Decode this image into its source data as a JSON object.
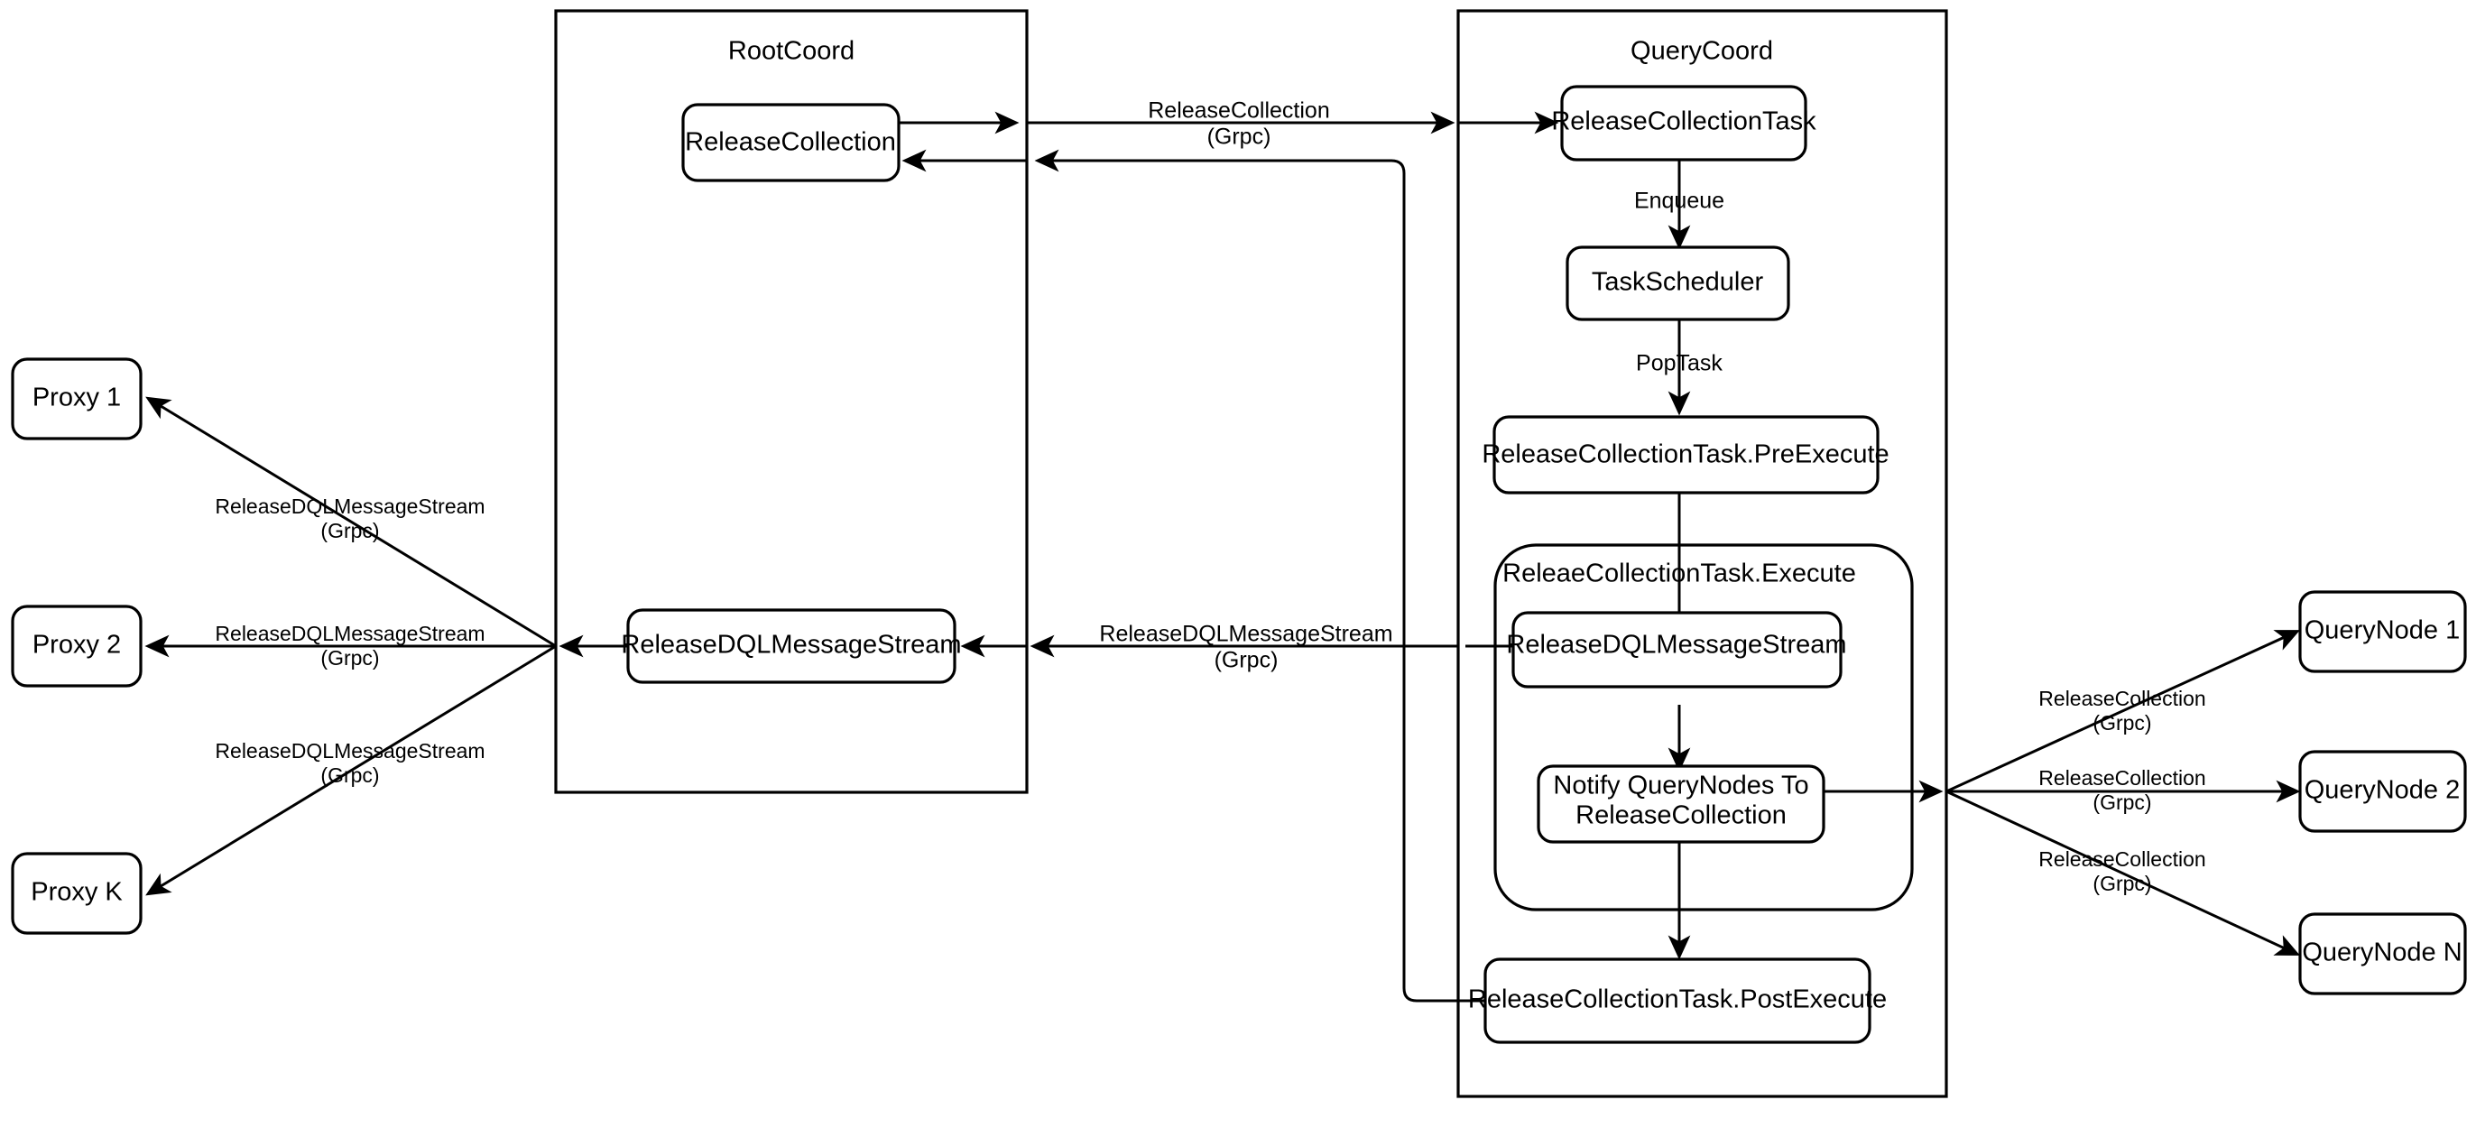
{
  "diagram": {
    "title": "Milvus ReleaseCollection flow",
    "background": "#ffffff",
    "stroke_color": "#000000"
  },
  "containers": [
    {
      "id": "rootcoord",
      "label": "RootCoord"
    },
    {
      "id": "querycoord",
      "label": "QueryCoord"
    },
    {
      "id": "execute_group",
      "label": "ReleaeCollectionTask.Execute"
    }
  ],
  "nodes": {
    "proxy1": "Proxy 1",
    "proxy2": "Proxy 2",
    "proxyk": "Proxy K",
    "rc_release_collection": "ReleaseCollection",
    "rc_release_dql": "ReleaseDQLMessageStream",
    "qc_release_collection_task": "ReleaseCollectionTask",
    "qc_task_scheduler": "TaskScheduler",
    "qc_pre_execute": "ReleaseCollectionTask.PreExecute",
    "qc_release_dql": "ReleaseDQLMessageStream",
    "qc_notify_line1": "Notify QueryNodes To",
    "qc_notify_line2": "ReleaseCollection",
    "qc_post_execute": "ReleaseCollectionTask.PostExecute",
    "querynode1": "QueryNode 1",
    "querynode2": "QueryNode 2",
    "querynoden": "QueryNode N"
  },
  "edge_labels": {
    "release_collection_grpc_line1": "ReleaseCollection",
    "release_collection_grpc_line2": "(Grpc)",
    "enqueue": "Enqueue",
    "poptask": "PopTask",
    "release_dql_grpc_line1": "ReleaseDQLMessageStream",
    "release_dql_grpc_line2": "(Grpc)",
    "proxy1_label_line1": "ReleaseDQLMessageStream",
    "proxy1_label_line2": "(Grpc)",
    "proxy2_label_line1": "ReleaseDQLMessageStream",
    "proxy2_label_line2": "(Grpc)",
    "proxyk_label_line1": "ReleaseDQLMessageStream",
    "proxyk_label_line2": "(Grpc)",
    "qn1_label_line1": "ReleaseCollection",
    "qn1_label_line2": "(Grpc)",
    "qn2_label_line1": "ReleaseCollection",
    "qn2_label_line2": "(Grpc)",
    "qnn_label_line1": "ReleaseCollection",
    "qnn_label_line2": "(Grpc)"
  }
}
